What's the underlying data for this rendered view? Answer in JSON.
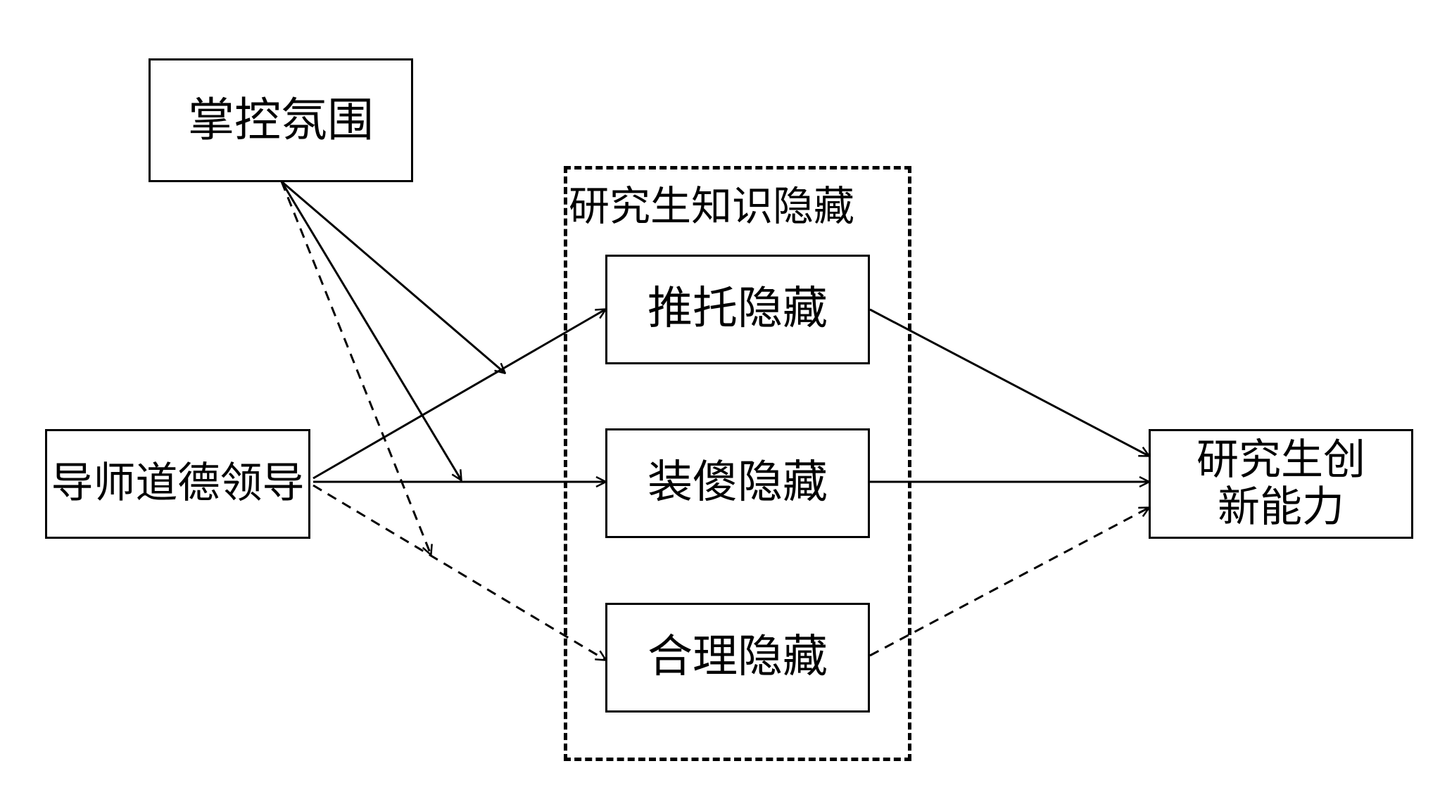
{
  "nodes": {
    "moderator": "掌控氛围",
    "independent": "导师道德领导",
    "mediator_group_label": "研究生知识隐藏",
    "mediator_1": "推托隐藏",
    "mediator_2": "装傻隐藏",
    "mediator_3": "合理隐藏",
    "dependent": "研究生创\n新能力"
  },
  "edges": [
    {
      "from": "independent",
      "to": "mediator_1",
      "style": "solid"
    },
    {
      "from": "independent",
      "to": "mediator_2",
      "style": "solid"
    },
    {
      "from": "independent",
      "to": "mediator_3",
      "style": "dashed"
    },
    {
      "from": "mediator_1",
      "to": "dependent",
      "style": "solid"
    },
    {
      "from": "mediator_2",
      "to": "dependent",
      "style": "solid"
    },
    {
      "from": "mediator_3",
      "to": "dependent",
      "style": "dashed"
    },
    {
      "from": "moderator",
      "to": "independent→mediator_1",
      "style": "solid"
    },
    {
      "from": "moderator",
      "to": "independent→mediator_2",
      "style": "solid"
    },
    {
      "from": "moderator",
      "to": "independent→mediator_3",
      "style": "dashed"
    }
  ]
}
